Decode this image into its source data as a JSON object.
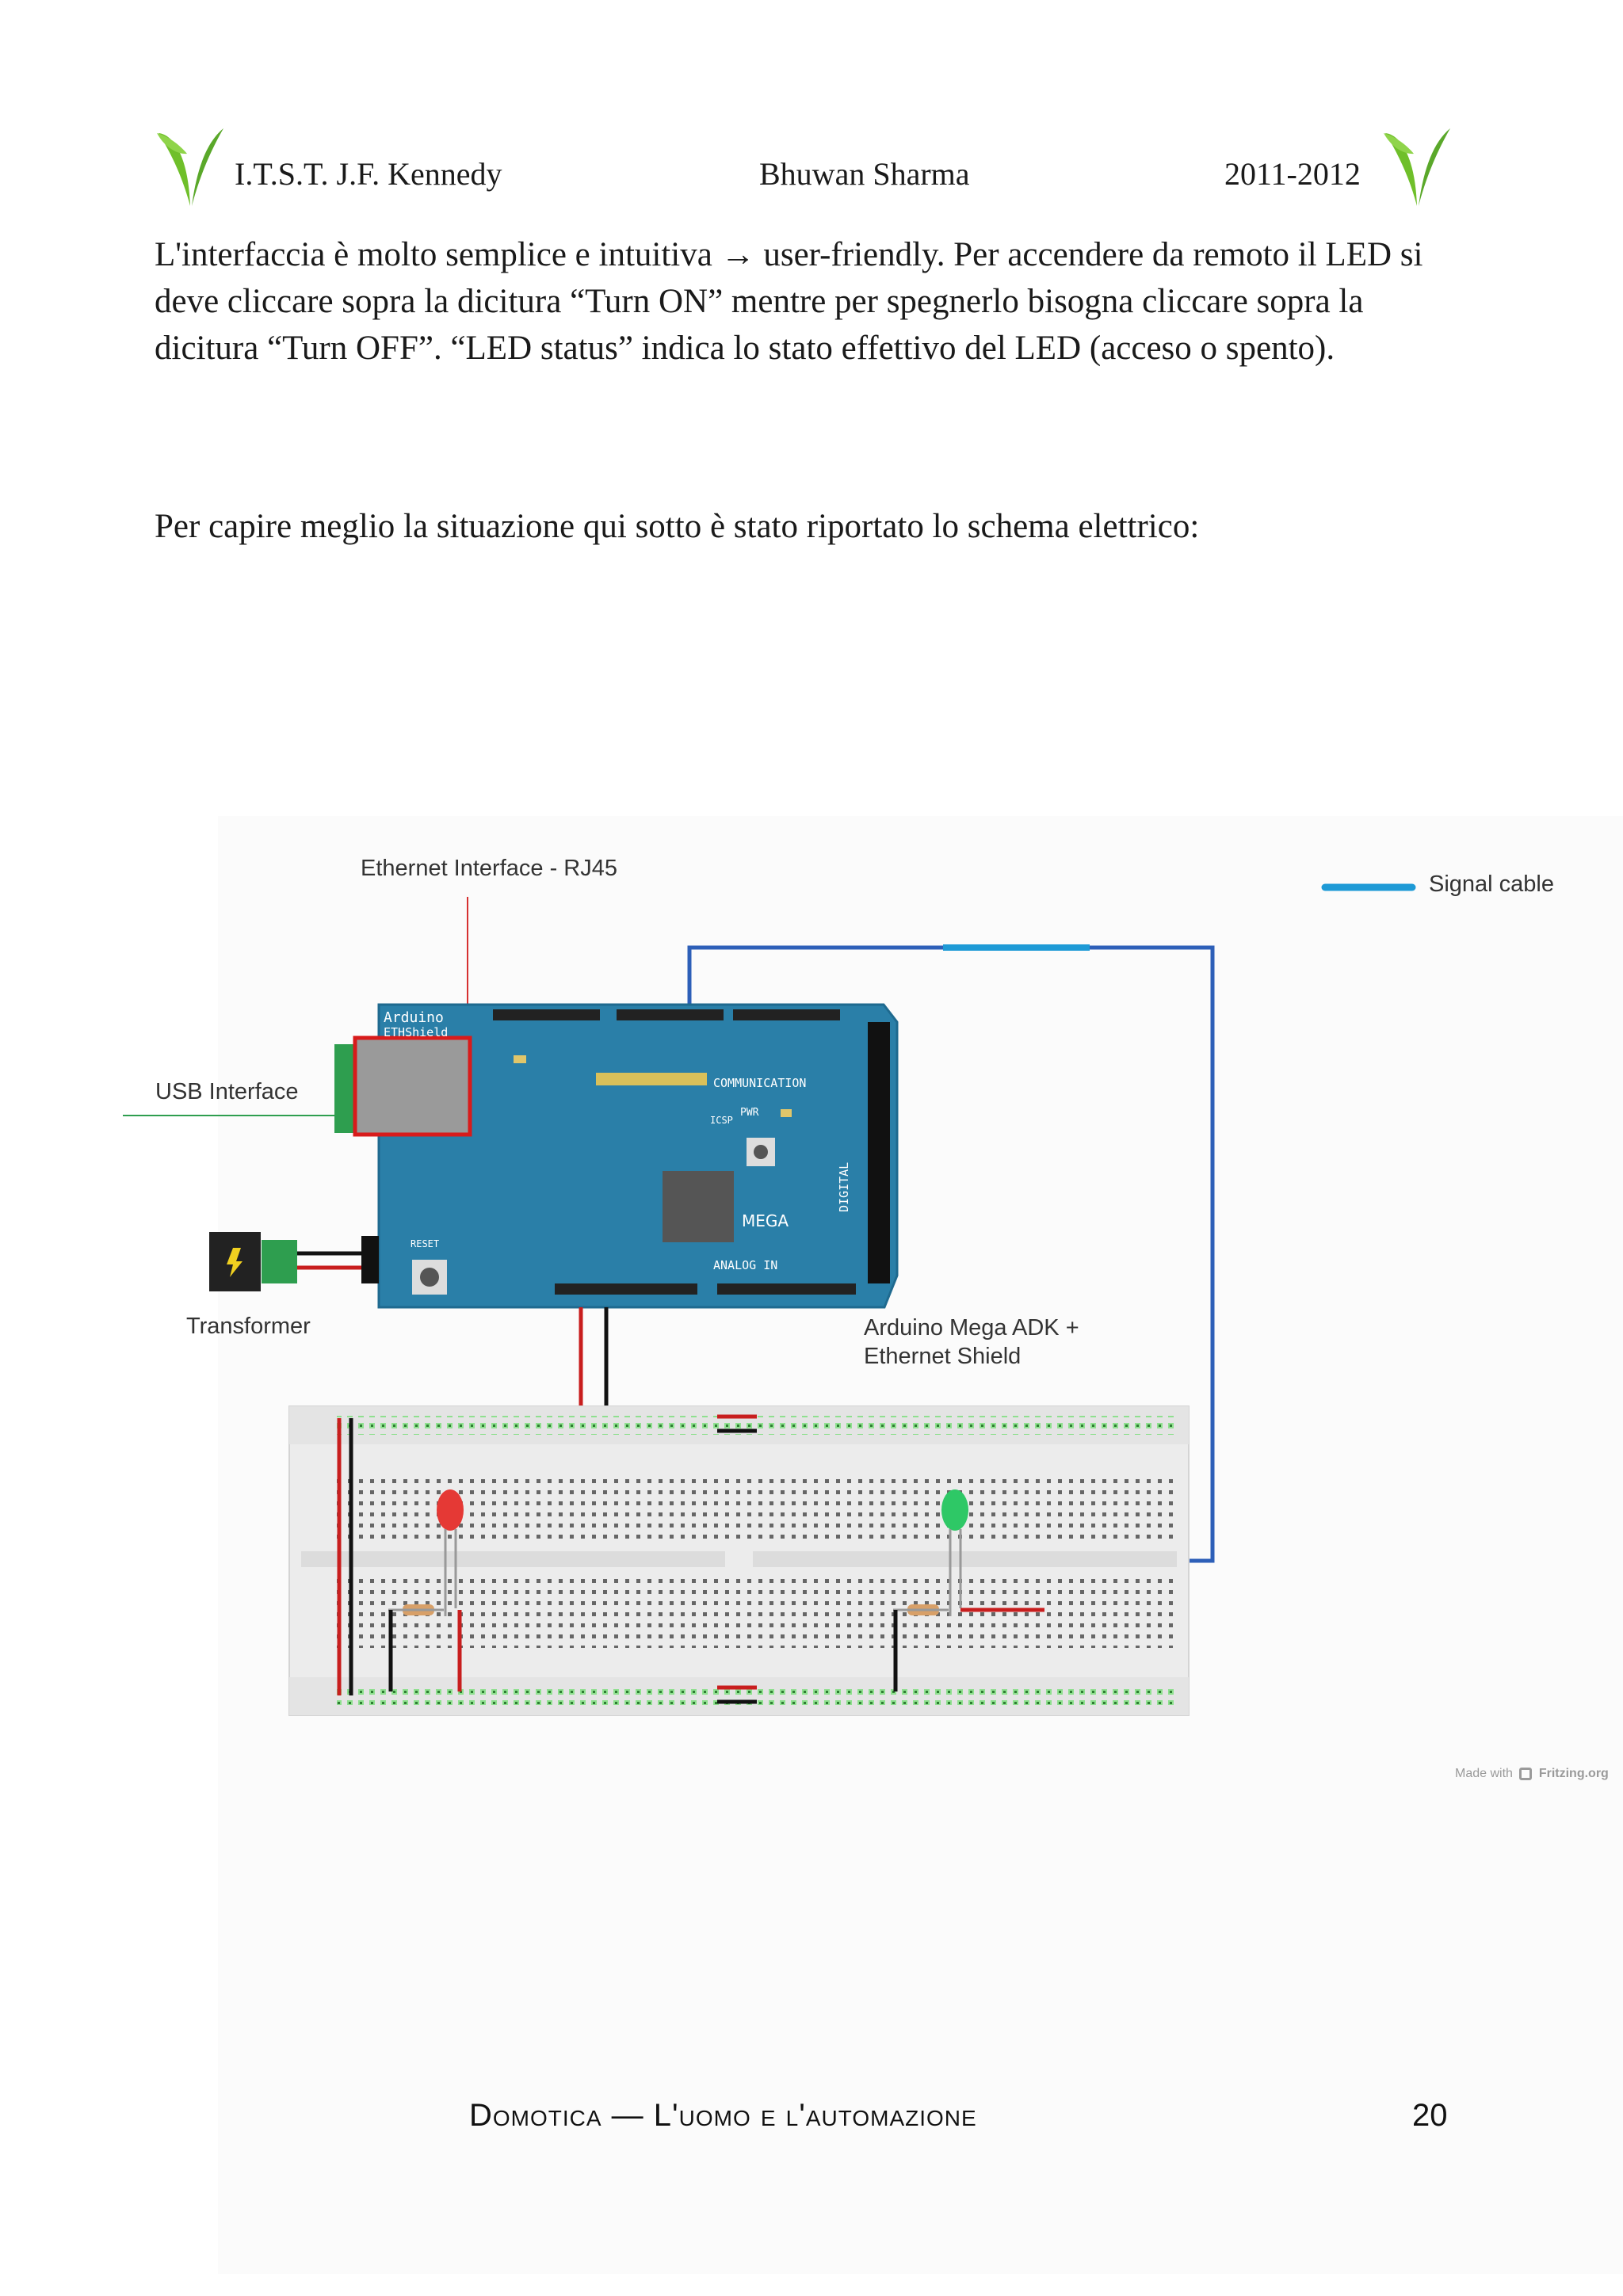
{
  "header": {
    "school": "I.T.S.T.  J.F. Kennedy",
    "author": "Bhuwan Sharma",
    "year": "2011-2012"
  },
  "body": {
    "paragraph1": "L'interfaccia è molto semplice e intuitiva → user-friendly. Per accendere da remoto il LED si deve cliccare sopra la dicitura “Turn ON” mentre per spegnerlo bisogna cliccare sopra la dicitura “Turn OFF”. “LED status” indica lo stato effettivo del LED (acceso o spento).",
    "paragraph2": "Per capire meglio la situazione qui sotto è stato riportato lo schema elettrico:"
  },
  "diagram": {
    "labels": {
      "ethernet": "Ethernet Interface - RJ45",
      "signal": "Signal cable",
      "usb": "USB Interface",
      "transformer": "Transformer",
      "arduino_line1": "Arduino Mega ADK +",
      "arduino_line2": "Ethernet Shield",
      "board_name": "Arduino",
      "board_sub": "ETHShield",
      "mega": "MEGA",
      "digital": "DIGITAL",
      "communication": "COMMUNICATION",
      "analog_in": "ANALOG IN",
      "pwr": "PWR",
      "icsp": "ICSP",
      "reset": "RESET",
      "fritzing_made": "Made with",
      "fritzing_brand": "Fritzing.org"
    },
    "colors": {
      "board": "#2a7fa8",
      "signal_cable": "#1e9ad6",
      "wire_blue": "#2d5fb8",
      "wire_red": "#c81e1e",
      "wire_black": "#111111",
      "breadboard": "#ececec",
      "led_red": "#e53935",
      "led_green": "#2ec866",
      "usb_highlight": "#d81b1b",
      "logo_green": "#6fbf2a"
    }
  },
  "footer": {
    "title": "Domotica — L'uomo e l'automazione",
    "page": "20"
  }
}
